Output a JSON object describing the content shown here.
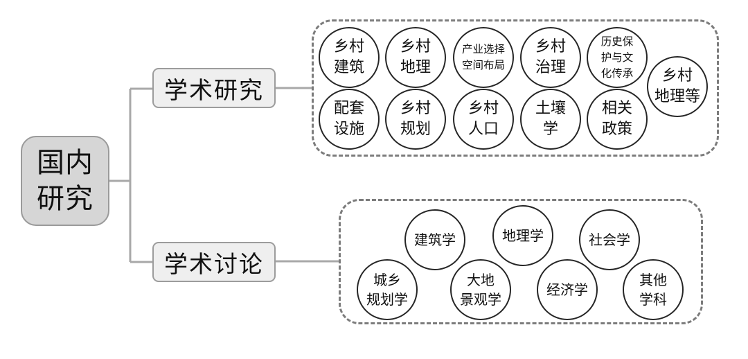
{
  "root": {
    "label": "国内\n研究"
  },
  "branches": [
    {
      "label": "学术研究",
      "nodes": [
        {
          "label": "乡村\n建筑"
        },
        {
          "label": "乡村\n地理"
        },
        {
          "label": "产业选择\n空间布局"
        },
        {
          "label": "乡村\n治理"
        },
        {
          "label": "历史保\n护与文\n化传承"
        },
        {
          "label": "乡村\n地理等"
        },
        {
          "label": "配套\n设施"
        },
        {
          "label": "乡村\n规划"
        },
        {
          "label": "乡村\n人口"
        },
        {
          "label": "土壤\n学"
        },
        {
          "label": "相关\n政策"
        }
      ]
    },
    {
      "label": "学术讨论",
      "nodes": [
        {
          "label": "建筑学"
        },
        {
          "label": "地理学"
        },
        {
          "label": "社会学"
        },
        {
          "label": "城乡\n规划学"
        },
        {
          "label": "大地\n景观学"
        },
        {
          "label": "经济学"
        },
        {
          "label": "其他\n学科"
        }
      ]
    }
  ]
}
